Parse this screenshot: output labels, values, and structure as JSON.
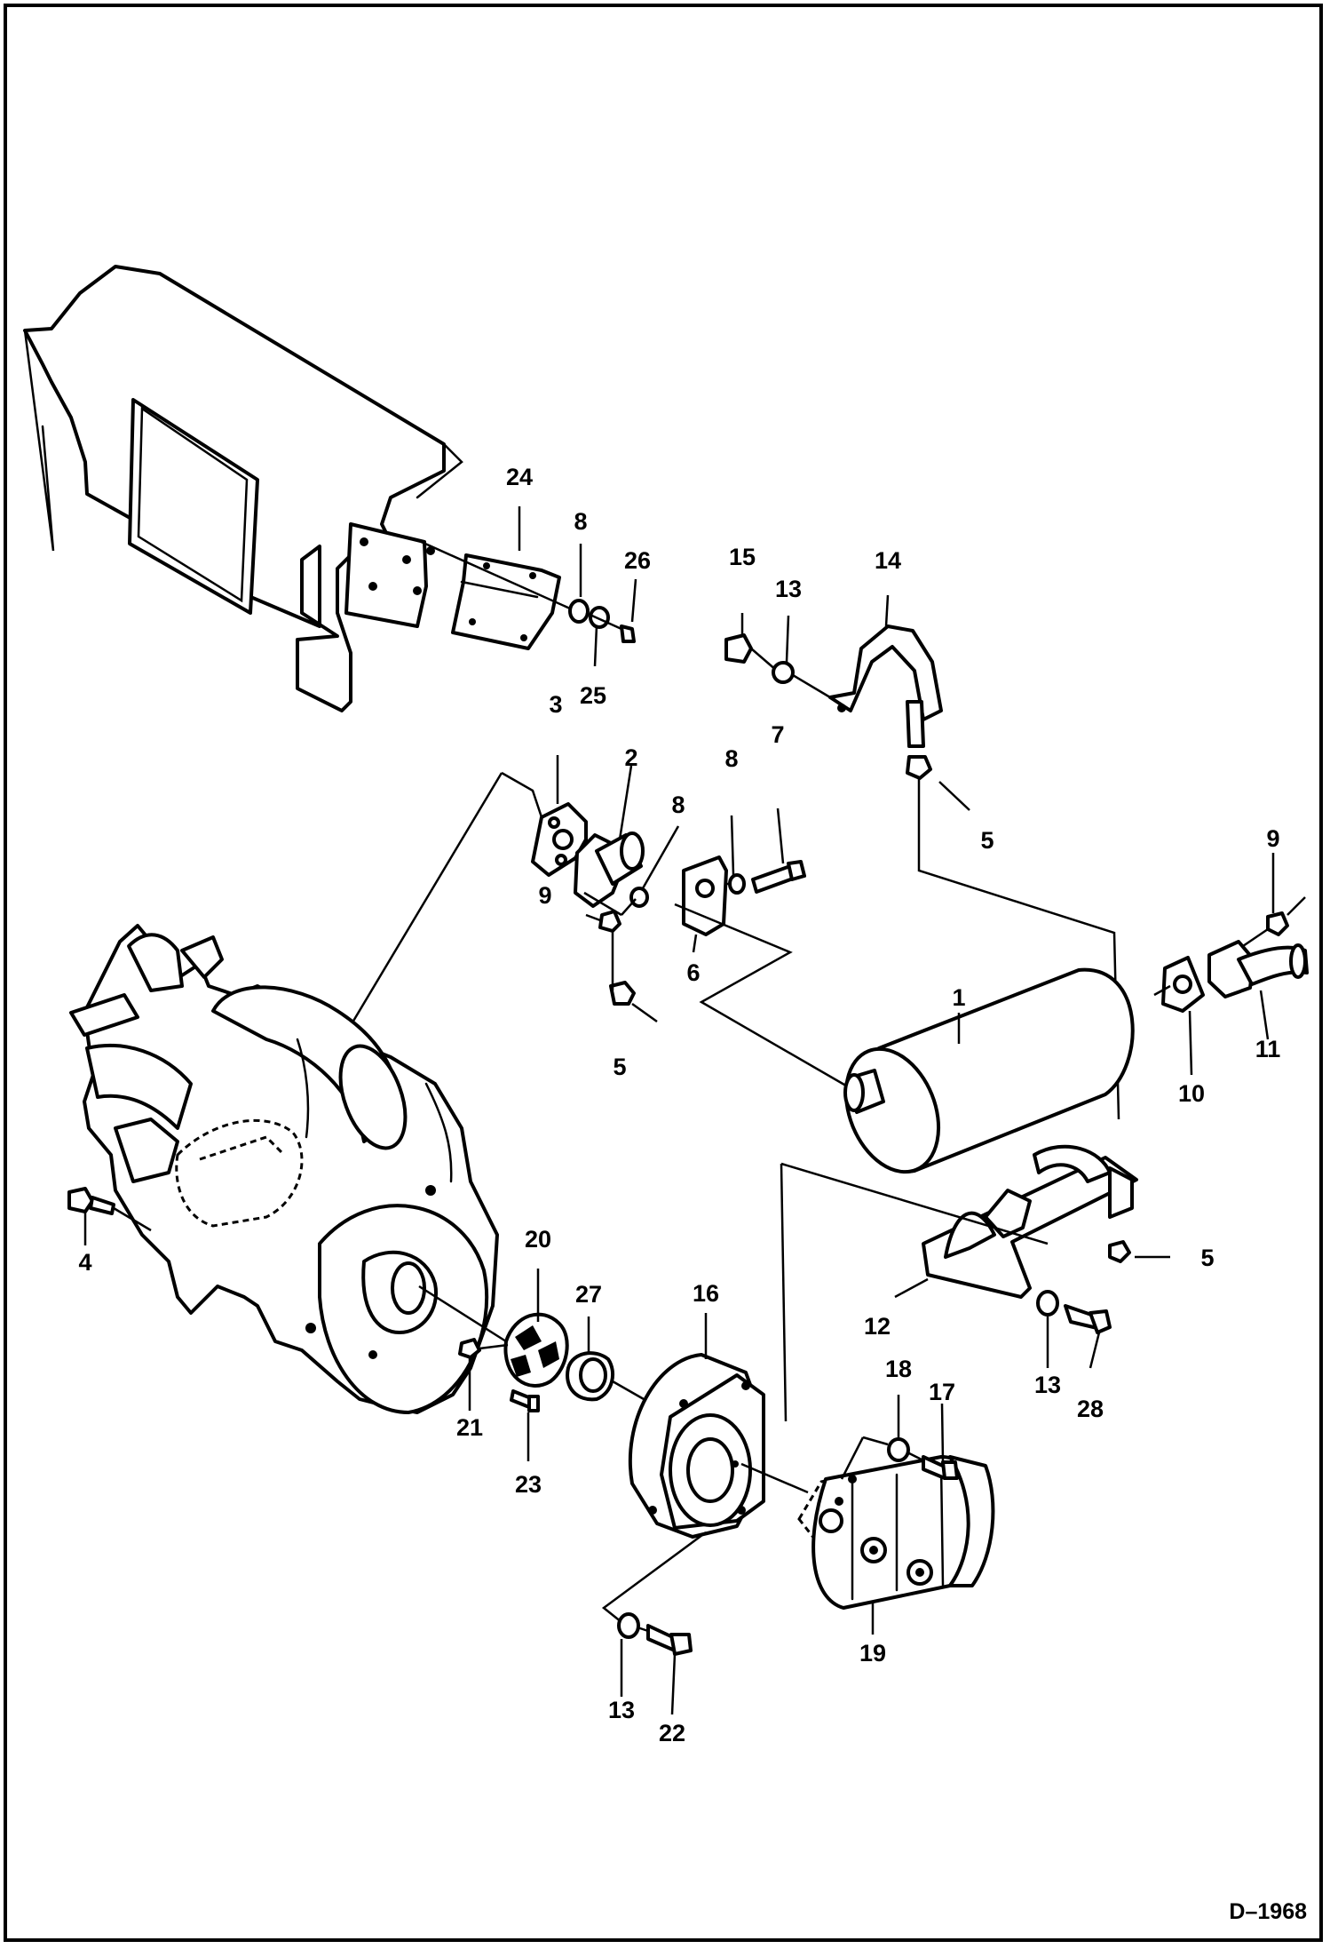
{
  "diagram": {
    "callouts": [
      "1",
      "2",
      "3",
      "4",
      "5",
      "5",
      "5",
      "6",
      "7",
      "8",
      "8",
      "8",
      "9",
      "9",
      "10",
      "11",
      "12",
      "13",
      "13",
      "13",
      "14",
      "15",
      "16",
      "17",
      "18",
      "19",
      "20",
      "21",
      "22",
      "23",
      "24",
      "25",
      "26",
      "27",
      "28"
    ],
    "drawing_code": "D–1968"
  },
  "colors": {
    "ink": "#000000",
    "paper": "#ffffff"
  }
}
